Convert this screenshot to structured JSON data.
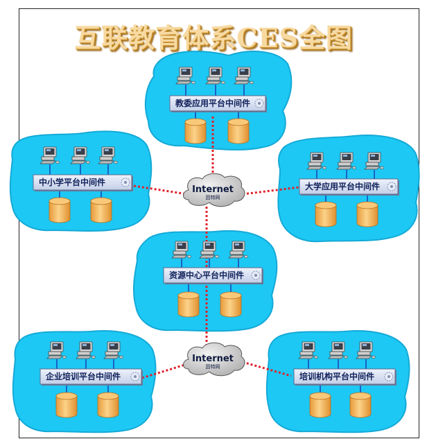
{
  "title": "互联教育体系CES全图",
  "internet": {
    "label": "Internet",
    "sublabel": "因特网"
  },
  "clusters": [
    {
      "id": "edu-bureau",
      "label": "教委应用平台中间件"
    },
    {
      "id": "k12",
      "label": "中小学平台中间件"
    },
    {
      "id": "university",
      "label": "大学应用平台中间件"
    },
    {
      "id": "resource-center",
      "label": "资源中心平台中间件"
    },
    {
      "id": "enterprise-training",
      "label": "企业培训平台中间件"
    },
    {
      "id": "training-institution",
      "label": "培训机构平台中间件"
    }
  ],
  "colors": {
    "blob": "#1dc8f4",
    "blob_edge": "#15a9d6",
    "link": "#e0202a",
    "middleware_box": "#d9e2f4",
    "database": "#f4b45a",
    "cloud": "#c8c8c8"
  }
}
